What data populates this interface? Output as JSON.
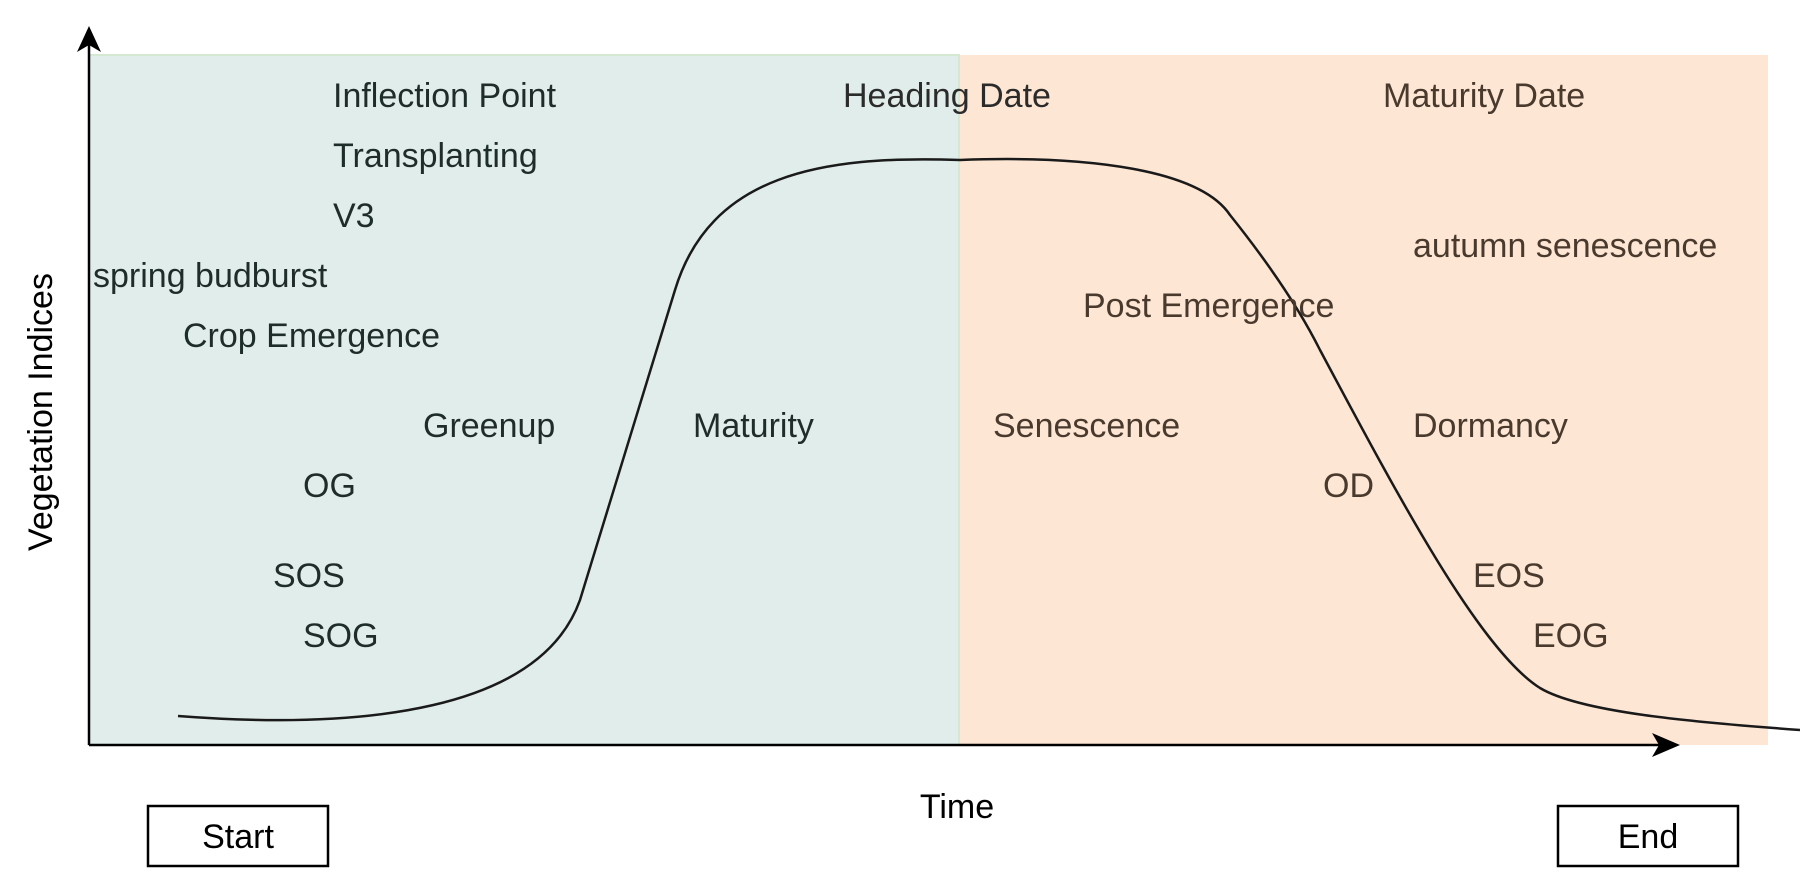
{
  "axes": {
    "y_label": "Vegetation Indices",
    "x_label": "Time"
  },
  "colors": {
    "left_region": "#e1edea",
    "left_region_border": "#d5e8d4",
    "right_region": "#fde6d3",
    "curve": "#1a1a1a",
    "axis": "#000000",
    "text_left": "#1f2d2a",
    "text_right": "#4a3a2e"
  },
  "labels": {
    "inflection_point": "Inflection Point",
    "transplanting": "Transplanting",
    "v3": "V3",
    "spring_budburst": "spring budburst",
    "crop_emergence": "Crop Emergence",
    "greenup": "Greenup",
    "og": "OG",
    "sos": "SOS",
    "sog": "SOG",
    "maturity": "Maturity",
    "heading_date": "Heading Date",
    "maturity_date": "Maturity Date",
    "autumn_senescence": "autumn senescence",
    "post_emergence": "Post Emergence",
    "senescence": "Senescence",
    "dormancy": "Dormancy",
    "od": "OD",
    "eos": "EOS",
    "eog": "EOG"
  },
  "buttons": {
    "start": "Start",
    "end": "End"
  }
}
